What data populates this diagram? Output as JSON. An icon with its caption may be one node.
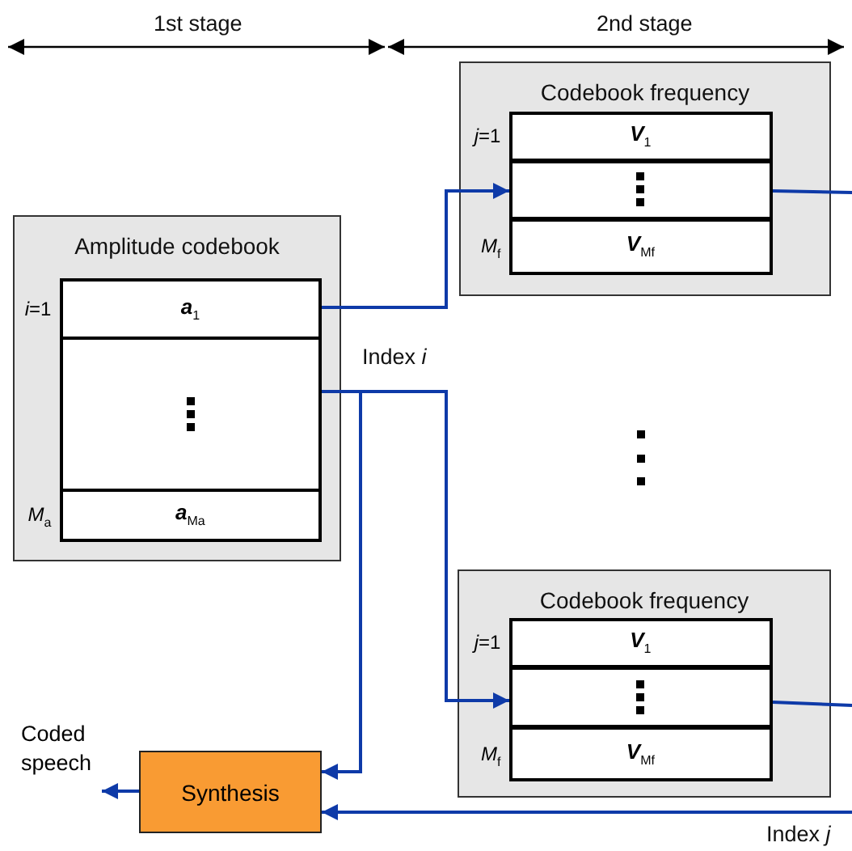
{
  "diagram": {
    "nodes": [
      {
        "text": [
          "Amplitude codebook"
        ]
      },
      {
        "text": [
          "a$_{1}$"
        ],
        "in": 0,
        "beside": [
          "*i*=1"
        ]
      },
      {
        "text": [],
        "shape": "box",
        "in": 0
      },
      {
        "text": [
          "a$_{Ma}$"
        ],
        "in": 0,
        "beside": [
          "*M*$_{a}$"
        ]
      },
      {
        "text": [
          "Codebook frequency"
        ]
      },
      {
        "text": [
          "V$_{1}$"
        ],
        "in": 4,
        "beside": [
          "*j*=1"
        ]
      },
      {
        "text": [],
        "shape": "box",
        "in": 4
      },
      {
        "text": [
          "V$_{Mf}$"
        ],
        "in": 4,
        "beside": [
          "*M*$_{f}$"
        ]
      },
      {
        "text": [
          "Codebook frequency"
        ]
      },
      {
        "text": [
          "V$_{1}$"
        ],
        "in": 8,
        "beside": [
          "*j*=1"
        ]
      },
      {
        "text": [],
        "shape": "box",
        "in": 8
      },
      {
        "text": [
          "V$_{Mf}$"
        ],
        "in": 8,
        "beside": [
          "*M*$_{f}$"
        ]
      },
      {
        "text": [
          "Synthesis"
        ]
      },
      {
        "text": [
          "Coded speech"
        ]
      }
    ],
    "edges": [
      {
        "from": 1,
        "to": 6,
        "arrow": "to"
      },
      {
        "from": 2,
        "to": 10,
        "arrow": "to"
      },
      {
        "from": 2,
        "to": 12,
        "arrow": "to"
      },
      {
        "from": 6,
        "to": null,
        "arrow": "none"
      },
      {
        "from": 10,
        "to": null,
        "arrow": "none"
      },
      {
        "from": null,
        "to": 12,
        "arrow": "to"
      },
      {
        "from": 12,
        "to": 13,
        "arrow": "to"
      }
    ],
    "labels": [
      "1st stage",
      "2nd stage",
      "Index *i*",
      "Index *j*"
    ]
  }
}
